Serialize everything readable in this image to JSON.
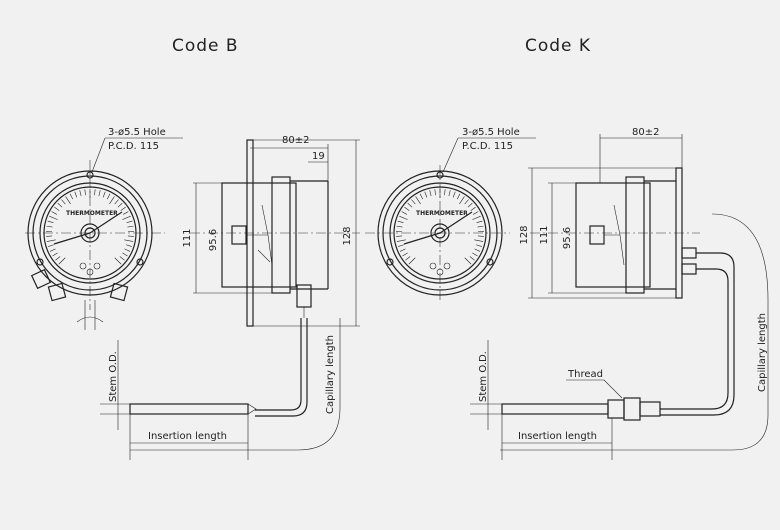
{
  "views": [
    {
      "title": "Code B",
      "hole_label": "3-ø5.5 Hole",
      "pcd_label": "P.C.D. 115",
      "dial_text": "THERMOMETER",
      "dim_outer": "111",
      "dim_inner": "95.6",
      "dim_depth": "80±2",
      "dim_back": "19",
      "dim_flange": "128",
      "stem_label": "Stem O.D.",
      "insertion_label": "Insertion length",
      "capillary_label": "Capillary length"
    },
    {
      "title": "Code K",
      "hole_label": "3-ø5.5 Hole",
      "pcd_label": "P.C.D. 115",
      "dial_text": "THERMOMETER",
      "dim_flange": "128",
      "dim_outer": "111",
      "dim_inner": "95.6",
      "dim_depth": "80±2",
      "thread_label": "Thread",
      "stem_label": "Stem O.D.",
      "insertion_label": "Insertion length",
      "capillary_label": "Capillary length"
    }
  ],
  "colors": {
    "line": "#222222",
    "background": "#f1f1f1"
  }
}
